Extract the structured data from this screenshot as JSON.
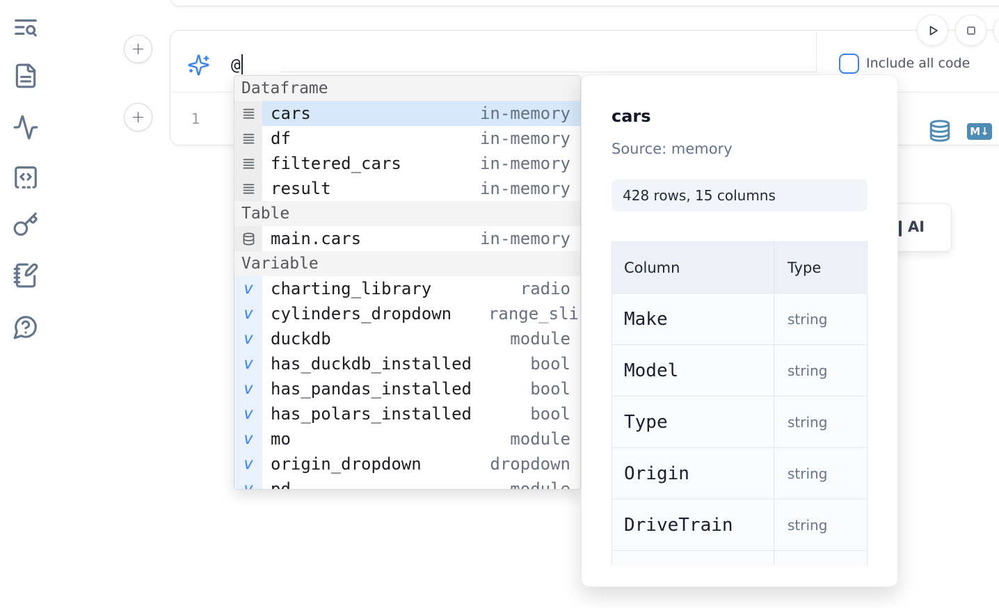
{
  "sidebar": {
    "icons": [
      {
        "name": "text-search-icon"
      },
      {
        "name": "file-text-icon"
      },
      {
        "name": "activity-icon"
      },
      {
        "name": "snippets-code-icon"
      },
      {
        "name": "key-icon"
      },
      {
        "name": "scratchpad-notebook-pen-icon"
      },
      {
        "name": "help-chat-icon"
      }
    ]
  },
  "run_controls": {
    "icons": [
      "play-icon",
      "stop-icon",
      "partial-circle-button"
    ]
  },
  "prompt": {
    "sparkle_icon": "sparkles-icon",
    "value": "@",
    "include_all_code_label": "Include all code",
    "checkbox_checked": false
  },
  "editor": {
    "line_number": "1"
  },
  "cell_actions": {
    "database_icon": "database-icon",
    "markdown_badge": "M↓"
  },
  "autocomplete": {
    "variable_glyph": "v",
    "sections": [
      {
        "label": "Dataframe",
        "items": [
          {
            "name": "cars",
            "type": "in-memory",
            "selected": true
          },
          {
            "name": "df",
            "type": "in-memory"
          },
          {
            "name": "filtered_cars",
            "type": "in-memory"
          },
          {
            "name": "result",
            "type": "in-memory"
          }
        ]
      },
      {
        "label": "Table",
        "items": [
          {
            "name": "main.cars",
            "type": "in-memory"
          }
        ]
      },
      {
        "label": "Variable",
        "items": [
          {
            "name": "charting_library",
            "type": "radio"
          },
          {
            "name": "cylinders_dropdown",
            "type": "range_sli"
          },
          {
            "name": "duckdb",
            "type": "module"
          },
          {
            "name": "has_duckdb_installed",
            "type": "bool"
          },
          {
            "name": "has_pandas_installed",
            "type": "bool"
          },
          {
            "name": "has_polars_installed",
            "type": "bool"
          },
          {
            "name": "mo",
            "type": "module"
          },
          {
            "name": "origin_dropdown",
            "type": "dropdown"
          },
          {
            "name": "pd",
            "type": "module",
            "clipped": true
          }
        ]
      }
    ]
  },
  "preview": {
    "title": "cars",
    "source": "Source: memory",
    "shape_badge": "428 rows, 15 columns",
    "table": {
      "headers": [
        "Column",
        "Type"
      ],
      "rows": [
        [
          "Make",
          "string"
        ],
        [
          "Model",
          "string"
        ],
        [
          "Type",
          "string"
        ],
        [
          "Origin",
          "string"
        ],
        [
          "DriveTrain",
          "string"
        ]
      ]
    }
  },
  "ai_button": {
    "label": "AI"
  },
  "colors": {
    "accent_blue": "#3b82f6",
    "steel_blue": "#4e8cb5",
    "selected_row_bg": "#d6e8fa",
    "icon_slate": "#64748b"
  }
}
